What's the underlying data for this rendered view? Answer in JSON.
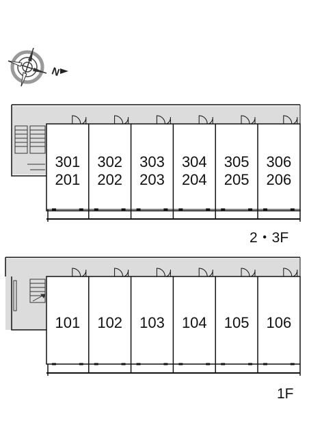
{
  "compass": {
    "icon": "compass-rose-icon",
    "north_label": "N"
  },
  "floors": [
    {
      "id": "upper",
      "label": "2・3F",
      "units": [
        {
          "top": "301",
          "bottom": "201"
        },
        {
          "top": "302",
          "bottom": "202"
        },
        {
          "top": "303",
          "bottom": "203"
        },
        {
          "top": "304",
          "bottom": "204"
        },
        {
          "top": "305",
          "bottom": "205"
        },
        {
          "top": "306",
          "bottom": "206"
        }
      ]
    },
    {
      "id": "ground",
      "label": "1F",
      "units": [
        {
          "top": "101"
        },
        {
          "top": "102"
        },
        {
          "top": "103"
        },
        {
          "top": "104"
        },
        {
          "top": "105"
        },
        {
          "top": "106"
        }
      ]
    }
  ],
  "colors": {
    "line": "#111111",
    "corridor": "#dcdcdc",
    "background": "#ffffff"
  }
}
